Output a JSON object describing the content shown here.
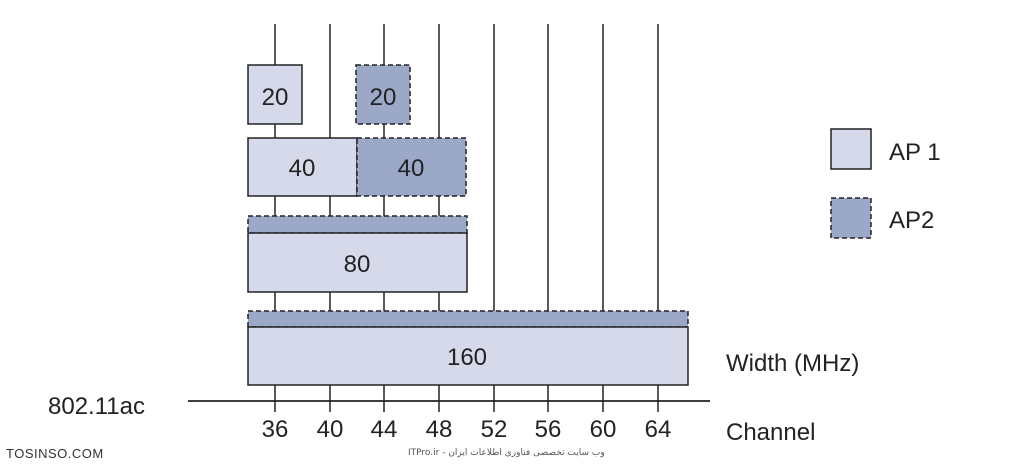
{
  "colors": {
    "ap1_fill": "#d5d9e9",
    "ap2_fill": "#9ba8c8",
    "stroke": "#222222",
    "background": "#ffffff"
  },
  "standard_label": "802.11ac",
  "channels": [
    "36",
    "40",
    "44",
    "48",
    "52",
    "56",
    "60",
    "64"
  ],
  "channel_axis_label": "Channel",
  "width_axis_label": "Width (MHz)",
  "legend": [
    {
      "label": "AP 1",
      "style": "solid"
    },
    {
      "label": "AP2",
      "style": "dashed"
    }
  ],
  "blocks": {
    "ap1_20": "20",
    "ap2_20": "20",
    "ap1_40": "40",
    "ap2_40": "40",
    "ap1_80": "80",
    "ap1_160": "160"
  },
  "watermarks": {
    "left": "TOSINSO.COM",
    "center": "ITPro.ir - وب سایت تخصصی فناوری اطلاعات ایران"
  }
}
